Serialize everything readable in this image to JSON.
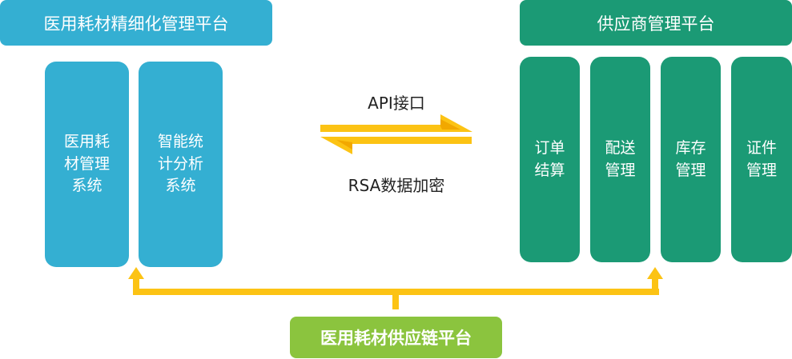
{
  "left_platform": {
    "title": "医用耗材精细化管理平台",
    "systems": [
      {
        "label": "医用耗\n材管理\n系统"
      },
      {
        "label": "智能统\n计分析\n系统"
      }
    ]
  },
  "right_platform": {
    "title": "供应商管理平台",
    "modules": [
      {
        "label": "订单\n结算"
      },
      {
        "label": "配送\n管理"
      },
      {
        "label": "库存\n管理"
      },
      {
        "label": "证件\n管理"
      }
    ]
  },
  "connection": {
    "top_label": "API接口",
    "bottom_label": "RSA数据加密"
  },
  "bottom_platform": {
    "title": "医用耗材供应链平台"
  },
  "colors": {
    "blue": "#34afd2",
    "green": "#1b9a75",
    "lime": "#8bc43e",
    "arrow": "#fcc314"
  }
}
